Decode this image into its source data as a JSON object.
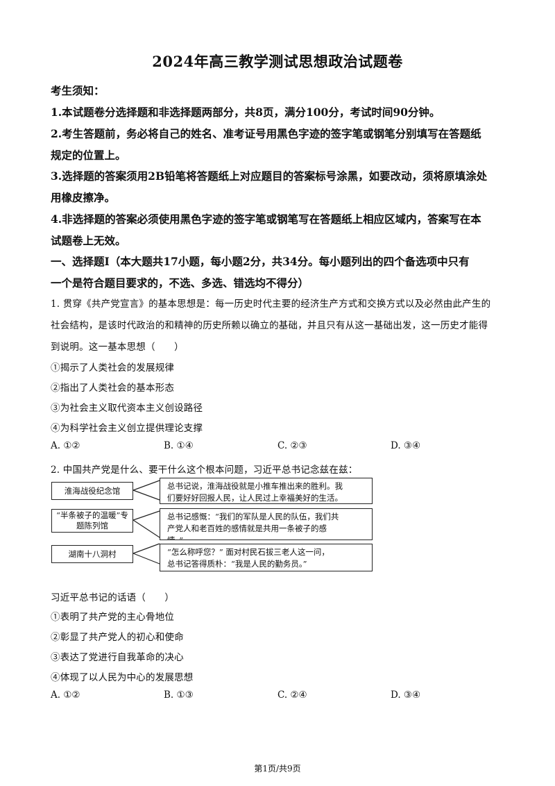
{
  "title": "2024年高三教学测试思想政治试题卷",
  "notice": {
    "heading": "考生须知：",
    "items": [
      "1.本试题卷分选择题和非选择题两部分，共8页，满分100分，考试时间90分钟。",
      "2.考生答题前，务必将自己的姓名、准考证号用黑色字迹的签字笔或钢笔分别填写在答题纸",
      "规定的位置上。",
      "3.选择题的答案须用2B铅笔将答题纸上对应题目的答案标号涂黑，如要改动，须将原填涂处",
      "用橡皮擦净。",
      "4.非选择题的答案必须使用黑色字迹的签字笔或钢笔写在答题纸上相应区域内，答案写在本",
      "试题卷上无效。"
    ]
  },
  "section": {
    "line1": "一、选择题Ⅰ（本大题共17小题，每小题2分，共34分。每小题列出的四个备选项中只有",
    "line2": "一个是符合题目要求的，不选、多选、错选均不得分）"
  },
  "q1": {
    "stem": [
      "1. 贯穿《共产党宣言》的基本思想是：每一历史时代主要的经济生产方式和交换方式以及必然由此产生的",
      "社会结构，是该时代政治的和精神的历史所赖以确立的基础，并且只有从这一基础出发，这一历史才能得",
      "到说明。这一基本思想（　　）"
    ],
    "items": [
      "①揭示了人类社会的发展规律",
      "②指出了人类社会的基本形态",
      "③为社会主义取代资本主义创设路径",
      "④为科学社会主义创立提供理论支撑"
    ],
    "options": [
      "A. ①②",
      "B. ①④",
      "C. ②③",
      "D. ③④"
    ]
  },
  "q2": {
    "stem": "2. 中国共产党是什么、要干什么这个根本问题，习近平总书记念兹在兹：",
    "diagram": {
      "labels": [
        "淮海战役纪念馆",
        "“半条被子的温暖”专题陈列馆",
        "湖南十八洞村"
      ],
      "quotes": [
        [
          "总书记说，淮海战役就是小推车推出来的胜利。我",
          "们要好好回报人民，让人民过上幸福美好的生活。"
        ],
        [
          "总书记感慨：“我们的军队是人民的队伍，我们共",
          "产党人和老百姓的感情就是共用一条被子的感",
          "情。”"
        ],
        [
          "“怎么称呼您？” 面对村民石拔三老人这一问，",
          "总书记答得质朴：“我是人民的勤务员。”"
        ]
      ]
    },
    "question": "习近平总书记的话语（　　）",
    "items": [
      "①表明了共产党的主心骨地位",
      "②彰显了共产党人的初心和使命",
      "③表达了党进行自我革命的决心",
      "④体现了以人民为中心的发展思想"
    ],
    "options": [
      "A. ①②",
      "B. ①③",
      "C. ②④",
      "D. ③④"
    ]
  },
  "footer": "第1页/共9页"
}
